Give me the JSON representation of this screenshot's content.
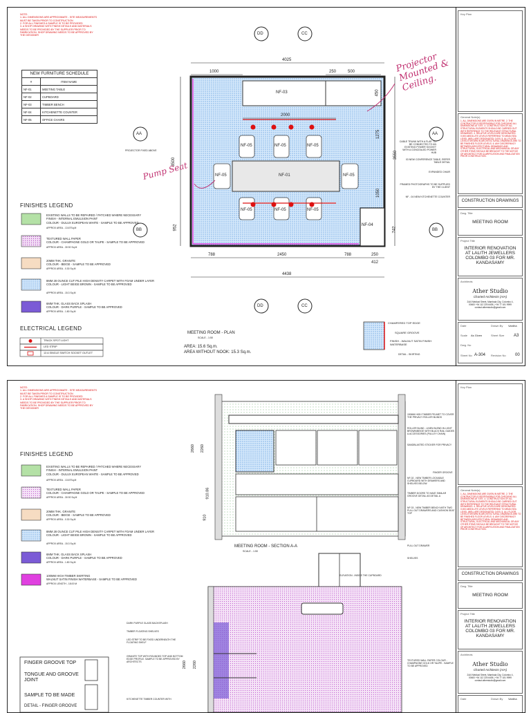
{
  "notes": {
    "heading": "NOTE:",
    "lines": [
      "1. ALL DIMENSIONS ARE APPROXIMATE - SITE MEASUREMENTS MUST BE TAKEN PRIOR TO CONSTRUCTION",
      "2. FOR ALL FINISHES A SAMPLE IS TO BE PROVIDED",
      "3. A SHOP DRAWING WITH FINISH DETAILS AND MATERIALS NEEDS TO BE PROVIDED BY THE SUPPLIER PRIOR TO FABRICATION. SHOP DRAWING NEEDS TO BE APPROVED BY THE DESIGNER"
    ]
  },
  "schedule": {
    "title": "NEW FURNITURE SCHEDULE",
    "col_code": "#",
    "col_name": "ITEM NAME",
    "rows": [
      {
        "code": "NF-01",
        "name": "MEETING TABLE"
      },
      {
        "code": "NF-02",
        "name": "CUPBOARD"
      },
      {
        "code": "NF-03",
        "name": "TIMBER BENCH"
      },
      {
        "code": "NF-04",
        "name": "KITCHENETTE COUNTER"
      },
      {
        "code": "NF-05",
        "name": "OFFICE CHAIRS"
      }
    ]
  },
  "finishes_legend": {
    "title": "FINISHES LEGEND",
    "items": [
      {
        "color": "#9ed68f",
        "text": "EXISTING WALLS TO BE REPAIRED / PATCHED WHERE NECESSARY\nFINISH - INTERNAL EMULSION PAINT\nCOLOUR - DULUX EUROPEAN WHITE - SAMPLE TO BE APPROVED",
        "area": "APPROX AREA - 13.67Sq.M"
      },
      {
        "color": "#e8b0e8",
        "text": "TEXTURED WALL PAPER\nCOLOUR - CHAMPAGNE GOLD OR TAUPE - SAMPLE TO BE APPROVED",
        "area": "APPROX AREA - 30.92 Sq.M"
      },
      {
        "color": "#f1c9a4",
        "text": "20MM THK. GRANITE\nCOLOUR - BEIGE - SAMPLE TO BE APPROVED",
        "area": "APPROX AREA - 0.30 Sq.M"
      },
      {
        "color": "#7fb4e6",
        "text": "8MM 28 OUNCE CUT PILE HIGH DENSITY CARPET WITH FOAM UNDER LAYER\nCOLOUR - LIGHT BEIGE BROWN - SAMPLE TO BE APPROVED",
        "area": "APPROX AREA - 15.3 Sq.M"
      },
      {
        "color": "#7b5bd6",
        "text": "6MM THK. GLASS BACK SPLASH\nCOLOUR - DARK PURPLE - SAMPLE TO BE APPROVED",
        "area": "APPROX AREA - 1.80 Sq.M"
      }
    ]
  },
  "skirting_item": {
    "color": "#e040e0",
    "text": "100MM HIGH TIMBER SKIRTING\nWALNUT SATIN FINISH WATERBASE - SAMPLE TO BE APPROVED",
    "area": "APPROX LENGTH - 18.00 M"
  },
  "electrical_legend": {
    "title": "ELECTRICAL LEGEND",
    "items": [
      "TRACK SPOT LIGHT",
      "LED STRIP",
      "13 A SINGLE SWITCH SOCKET OUTLET"
    ]
  },
  "plan": {
    "dims": {
      "overall_top": "4025",
      "top_left": "1000",
      "top_r1": "250",
      "top_r2": "500",
      "right_1": "450",
      "right_2": "1275",
      "right_3": "1050",
      "right_4": "3550",
      "right_5": "742",
      "left_1": "3500",
      "left_2": "952",
      "inner_top": "2000",
      "bottom_1": "788",
      "bottom_2": "2450",
      "bottom_3": "788",
      "bottom_4": "250",
      "bottom_5": "412",
      "overall_bottom": "4438"
    },
    "section_markers": [
      "DD",
      "CC",
      "AA",
      "BB"
    ],
    "labels": [
      "NF-03",
      "NF-05",
      "NF-01",
      "NF-04"
    ],
    "callouts": [
      "CABLE TRUNK WITH A FLAP, TO BE CONNECTED TO AN EXISTING POWER SOCKET WITH A CONCEALED POWER HUB",
      "03 NEW CONFERENCE TABLE, REFER TABLE DETAIL",
      "EXPANDED CHAIR",
      "FRAMED PHOTOGRAPHS TO BE SUPPLIED BY THE CLIENT",
      "NF - 04 NEW KITCHENETTE COUNTER",
      "PROJECTOR FIXED ABOVE"
    ],
    "title": "MEETING ROOM - PLAN",
    "scale": "SCALE - 1:50",
    "area": "AREA: 15.6 Sq.m.",
    "area_nook": "AREA WITHOUT NOOK: 15.3 Sq.m."
  },
  "handwritten": {
    "note_1": "Projector Mounted & Ceiling.",
    "note_2": "Pump Seat"
  },
  "detail": {
    "labels": [
      "CHAMFERED TOP EDGE",
      "SQUARE GROOVE",
      "FINISH - WALNUT SATIN FINISH WATERBASE"
    ],
    "title": "DETAIL - SKIRTING"
  },
  "title_block": {
    "key_plan": "Key Plan",
    "general_notes_label": "General Note(s)",
    "general_notes": "1. ALL DIMENSIONS ARE GIVEN IN METRE. 2. THE CONTRACTOR IS RESPONSIBLE FOR CHECKING ALL DIMENSIONS AT SITE. 3. CONSTRUCTION OF ALL STRUCTURAL ELEMENTS SHOULD BE CARRIED OUT WITH REFERENCE TO THE RELEVANT STRUCTURAL DRAWINGS. 4. RELATIVE LEVELS ARE DESIGNATED: 0.000 ABSOLUTE LEVELS REFERRING TO MEAN SEA LEVEL (MSL) ARE DESIGNATED: 0.000. 5. ALL FLOOR LEVELS SHOWN IN ARCHITECTURAL DRAWINGS ARE TO BE FINISHED FLOOR LEVELS. 6. ANY DISCREPANCY BETWEEN ARCHITECTURAL DRAWINGS AND STRUCTURAL, ELECTRICAL AND MECHANICAL OR ANY OTHER ITEMS SHOULD BE BROUGHT TO THE NOTICE OF ARCHITECT FOR CLARIFICATION AND FINALIZATION PRIOR CONSTRUCTION.",
    "status": "CONSTRUCTION DRAWINGS",
    "dwg_title_label": "Dwg. Title",
    "dwg_title": "MEETING ROOM",
    "project_title_label": "Project Title",
    "project_title": "INTERIOR RENOVATION AT LALITH JEWELLERS COLOMBO 03 FOR MR. KANDASAMY",
    "architects_label": "Architects",
    "firm": "Ather Studio",
    "firm_sub": "Charted Architects (AIA)",
    "firm_contact": "2A/4 Medical Street, Mambala City, Colombo 4, 00600 +94 112 225 6405 | +94 77 181 9999 contact.atherstudio@gmail.com",
    "date_label": "Date",
    "drawn_by_label": "Drawn By",
    "drawn_by": "Vardha",
    "scale_label": "Scale",
    "scale": "As Given",
    "sheet_size_label": "Sheet Size",
    "sheet_size": "A3",
    "dwg_no_label": "Dwg. No",
    "sheet_no_label": "Sheet No",
    "sheet_no": "A-304",
    "revision_label": "Revision No",
    "revision": "00"
  },
  "section": {
    "title": "MEETING ROOM - SECTION A-A",
    "scale": "SCALE - 1:50",
    "dims": [
      "2660",
      "2260",
      "910.86",
      "910"
    ],
    "callouts": [
      "150MM HIGH TIMBER PELMET TO COVER THE PRIVACY ROLLER BLINDS",
      "ROLLER BLIND - LINEN BLEND IN LIGHT BROWN/BEIGE WITH BLACK RAIL GUIDES & ACCESSORIES (PULLEY CHAIN)",
      "SANDBLASTED STICKER FOR PRIVACY",
      "FINGER GROOVE",
      "NF-02 - NEW TIMBER LOCKABLE CUPBOARD WITH DRAWERS AND SHELVES BELOW",
      "TIMBER DOORS TO HAVE SIMILAR GROOVE DETAIL AS DETAIL A",
      "NF 03 - NEW TIMBER BENCH WITH TWO PULL OUT DRAWERS AND CUSHION SEAT TOP",
      "PULL OUT DRAWER",
      "SHELVES",
      "ELEVATION - INSIDE THE CUPBOARD"
    ]
  },
  "section2": {
    "callouts": [
      "DARK PURPLE GLASS BACKSPLASH",
      "TIMBER FLOATING SHELVES",
      "LED STRIP TO BE FIXED UNDERNEATH THE FLOATING SHELF",
      "GRANITE TOP WITH ROUNDED TOP AND BOTTOM EDGE PROFILE. SAMPLE TO BE APPROVED BY ARCHITECTS",
      "TEXTURED WALL PAPER COLOUR - CHAMPAGNE GOLD OR TAUPE - SAMPLE TO BE APPROVED",
      "KITCHENETTE TIMBER COUNTER WITH"
    ],
    "dims": [
      "2660",
      "2260"
    ]
  },
  "groove_detail": {
    "labels": [
      "FINGER GROOVE TOP",
      "TONGUE AND GROOVE JOINT",
      "SAMPLE TO BE MADE"
    ],
    "title": "DETAIL - FINGER GROOVE"
  }
}
